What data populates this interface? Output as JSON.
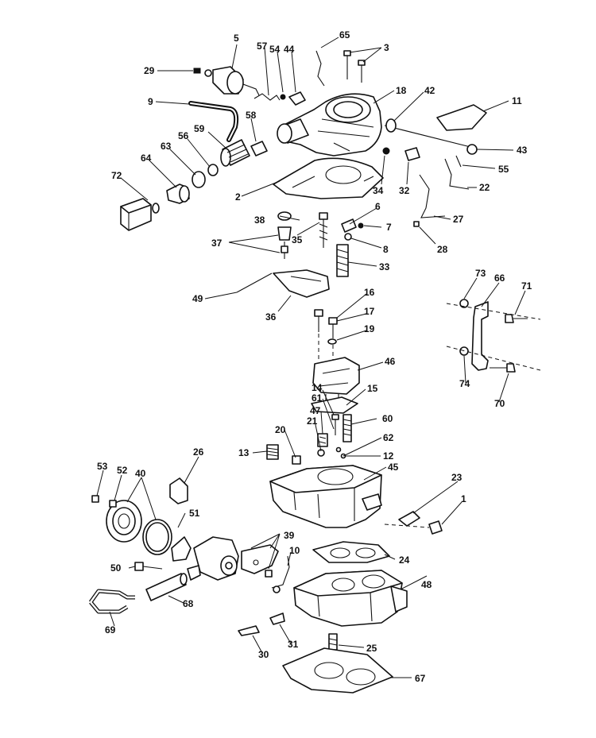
{
  "callouts": {
    "c1": "1",
    "c2": "2",
    "c3": "3",
    "c5": "5",
    "c6": "6",
    "c7": "7",
    "c8": "8",
    "c9": "9",
    "c10": "10",
    "c11": "11",
    "c12": "12",
    "c13": "13",
    "c14": "14",
    "c15": "15",
    "c16": "16",
    "c17": "17",
    "c18": "18",
    "c19": "19",
    "c20": "20",
    "c21": "21",
    "c22": "22",
    "c23": "23",
    "c24": "24",
    "c25": "25",
    "c26": "26",
    "c27": "27",
    "c28": "28",
    "c29": "29",
    "c30": "30",
    "c31": "31",
    "c32": "32",
    "c33": "33",
    "c34": "34",
    "c35": "35",
    "c36": "36",
    "c37": "37",
    "c38": "38",
    "c39": "39",
    "c40": "40",
    "c42": "42",
    "c43": "43",
    "c44": "44",
    "c45": "45",
    "c46": "46",
    "c47": "47",
    "c48": "48",
    "c49": "49",
    "c50": "50",
    "c51": "51",
    "c52": "52",
    "c53": "53",
    "c54": "54",
    "c55": "55",
    "c56": "56",
    "c57": "57",
    "c58": "58",
    "c59": "59",
    "c60": "60",
    "c61": "61",
    "c62": "62",
    "c63": "63",
    "c64": "64",
    "c65": "65",
    "c66": "66",
    "c67": "67",
    "c68": "68",
    "c69": "69",
    "c70": "70",
    "c71": "71",
    "c72": "72",
    "c73": "73",
    "c74": "74"
  }
}
